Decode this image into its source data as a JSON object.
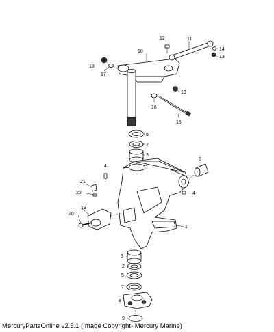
{
  "callouts": [
    {
      "id": "c1",
      "label": "1"
    },
    {
      "id": "c2a",
      "label": "2"
    },
    {
      "id": "c2b",
      "label": "2"
    },
    {
      "id": "c3a",
      "label": "3"
    },
    {
      "id": "c3b",
      "label": "3"
    },
    {
      "id": "c4a",
      "label": "4"
    },
    {
      "id": "c4b",
      "label": "4"
    },
    {
      "id": "c5a",
      "label": "5"
    },
    {
      "id": "c5b",
      "label": "5"
    },
    {
      "id": "c6",
      "label": "6"
    },
    {
      "id": "c7",
      "label": "7"
    },
    {
      "id": "c8",
      "label": "8"
    },
    {
      "id": "c9",
      "label": "9"
    },
    {
      "id": "c10",
      "label": "10"
    },
    {
      "id": "c11",
      "label": "11"
    },
    {
      "id": "c12",
      "label": "12"
    },
    {
      "id": "c13a",
      "label": "13"
    },
    {
      "id": "c13b",
      "label": "13"
    },
    {
      "id": "c14",
      "label": "14"
    },
    {
      "id": "c15",
      "label": "15"
    },
    {
      "id": "c16",
      "label": "16"
    },
    {
      "id": "c17",
      "label": "17"
    },
    {
      "id": "c18",
      "label": "18"
    },
    {
      "id": "c19",
      "label": "19"
    },
    {
      "id": "c20",
      "label": "20"
    },
    {
      "id": "c21",
      "label": "21"
    },
    {
      "id": "c22",
      "label": "22"
    }
  ],
  "footer": {
    "copyright": "MercuryPartsOnline v2.5.1 (Image Copyright- Mercury Marine)"
  }
}
